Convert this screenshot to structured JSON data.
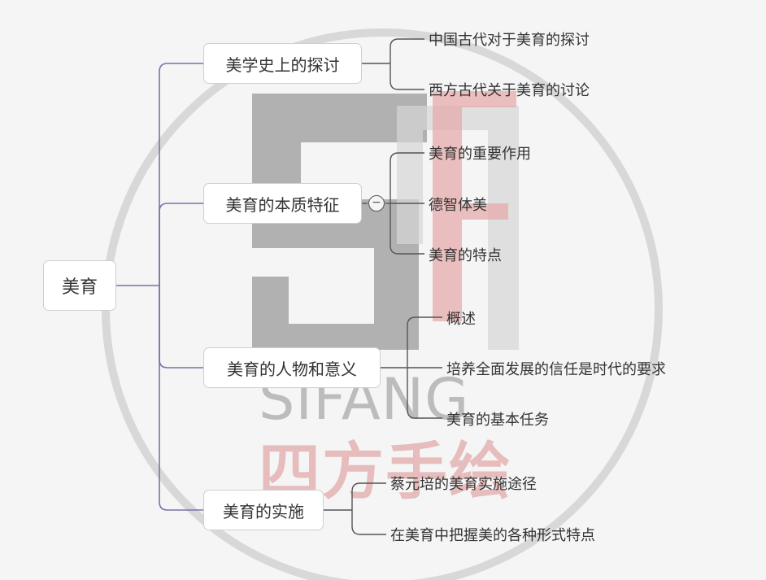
{
  "colors": {
    "background": "#f5f5f5",
    "connector_root": "#7e6fa8",
    "connector_branch": "#555555",
    "watermark_gray": "#9a9a9a",
    "watermark_pink": "#e6a6a6"
  },
  "root": {
    "label": "美育"
  },
  "branches": [
    {
      "label": "美学史上的探讨",
      "children": [
        "中国古代对于美育的探讨",
        "西方古代关于美育的讨论"
      ]
    },
    {
      "label": "美育的本质特征",
      "collapse_symbol": "−",
      "children": [
        "美育的重要作用",
        "德智体美",
        "美育的特点"
      ]
    },
    {
      "label": "美育的人物和意义",
      "children": [
        "概述",
        "培养全面发展的信任是时代的要求",
        "美育的基本任务"
      ]
    },
    {
      "label": "美育的实施",
      "children": [
        "蔡元培的美育实施途径",
        "在美育中把握美的各种形式特点"
      ]
    }
  ],
  "watermark": {
    "latin": "SIFANG",
    "chinese": "四方手绘"
  }
}
